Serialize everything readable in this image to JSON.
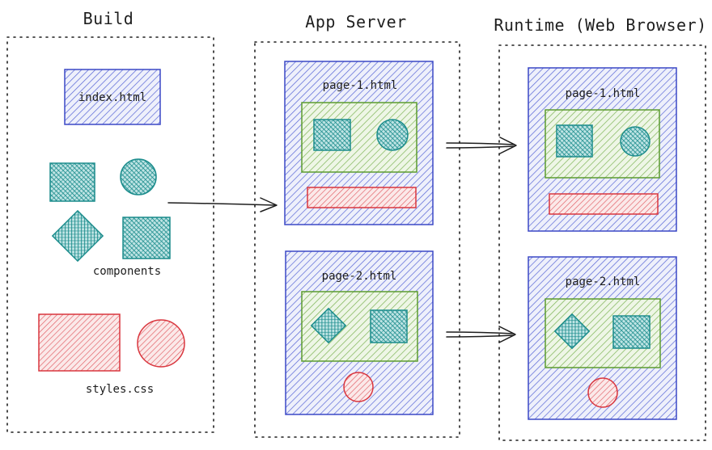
{
  "columns": {
    "build": {
      "title": "Build"
    },
    "app_server": {
      "title": "App Server"
    },
    "runtime": {
      "title": "Runtime (Web Browser)"
    }
  },
  "build": {
    "index_label": "index.html",
    "components_label": "components",
    "styles_label": "styles.css"
  },
  "app_server": {
    "page1_label": "page-1.html",
    "page2_label": "page-2.html"
  },
  "runtime": {
    "page1_label": "page-1.html",
    "page2_label": "page-2.html"
  },
  "colors": {
    "page": "#3b49c6",
    "layout": "#5c9c2f",
    "component": "#1b8c8c",
    "style": "#d9363e",
    "outline": "#1e1e1e"
  }
}
